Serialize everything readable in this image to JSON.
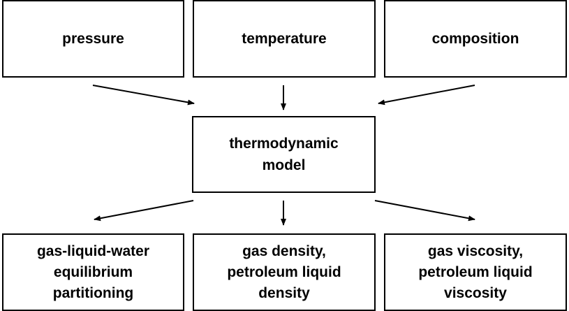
{
  "inputs": [
    {
      "label": "pressure"
    },
    {
      "label": "temperature"
    },
    {
      "label": "composition"
    }
  ],
  "model": {
    "lines": [
      "thermodynamic",
      "model"
    ]
  },
  "outputs": [
    {
      "lines": [
        "gas-liquid-water",
        "equilibrium",
        "partitioning"
      ]
    },
    {
      "lines": [
        "gas density,",
        "petroleum liquid",
        "density"
      ]
    },
    {
      "lines": [
        "gas viscosity,",
        "petroleum liquid",
        "viscosity"
      ]
    }
  ],
  "colors": {
    "stroke": "#000000",
    "fill": "#ffffff"
  }
}
